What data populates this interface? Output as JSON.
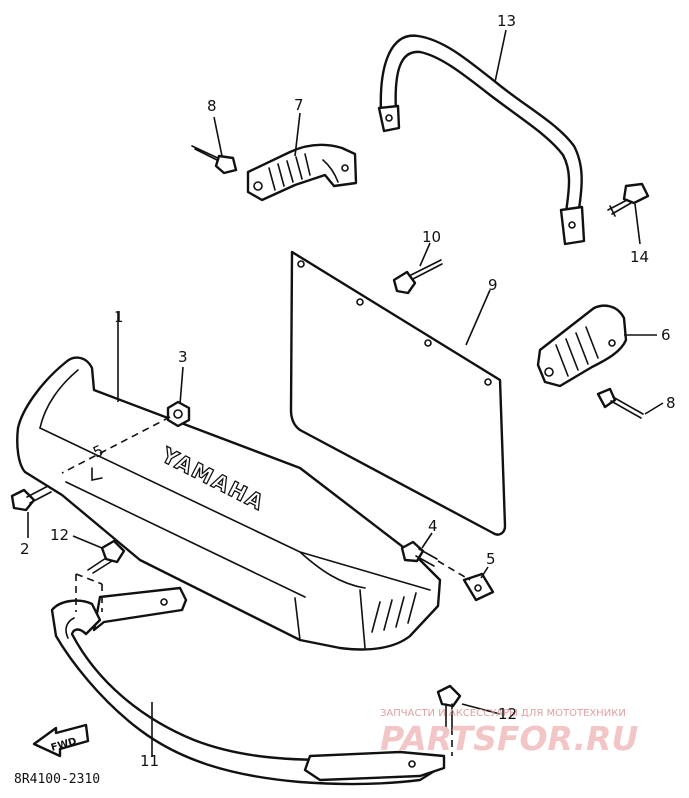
{
  "diagram_code": "8R4100-2310",
  "emblem_text": "YAMAHA",
  "fwd_mark": "FWD",
  "callouts": {
    "c1": "1",
    "c2": "2",
    "c3": "3",
    "c4": "4",
    "c5": "5",
    "c5b": "5",
    "c6": "6",
    "c7": "7",
    "c8a": "8",
    "c8b": "8",
    "c9": "9",
    "c10": "10",
    "c11": "11",
    "c12a": "12",
    "c12b": "12",
    "c13": "13",
    "c14": "14"
  },
  "watermark": {
    "tagline": "ЗАПЧАСТИ И АКСЕССУАРЫ ДЛЯ МОТОТЕХНИКИ",
    "logo": "PARTSFOR.RU",
    "color": "#f2c6c6"
  }
}
